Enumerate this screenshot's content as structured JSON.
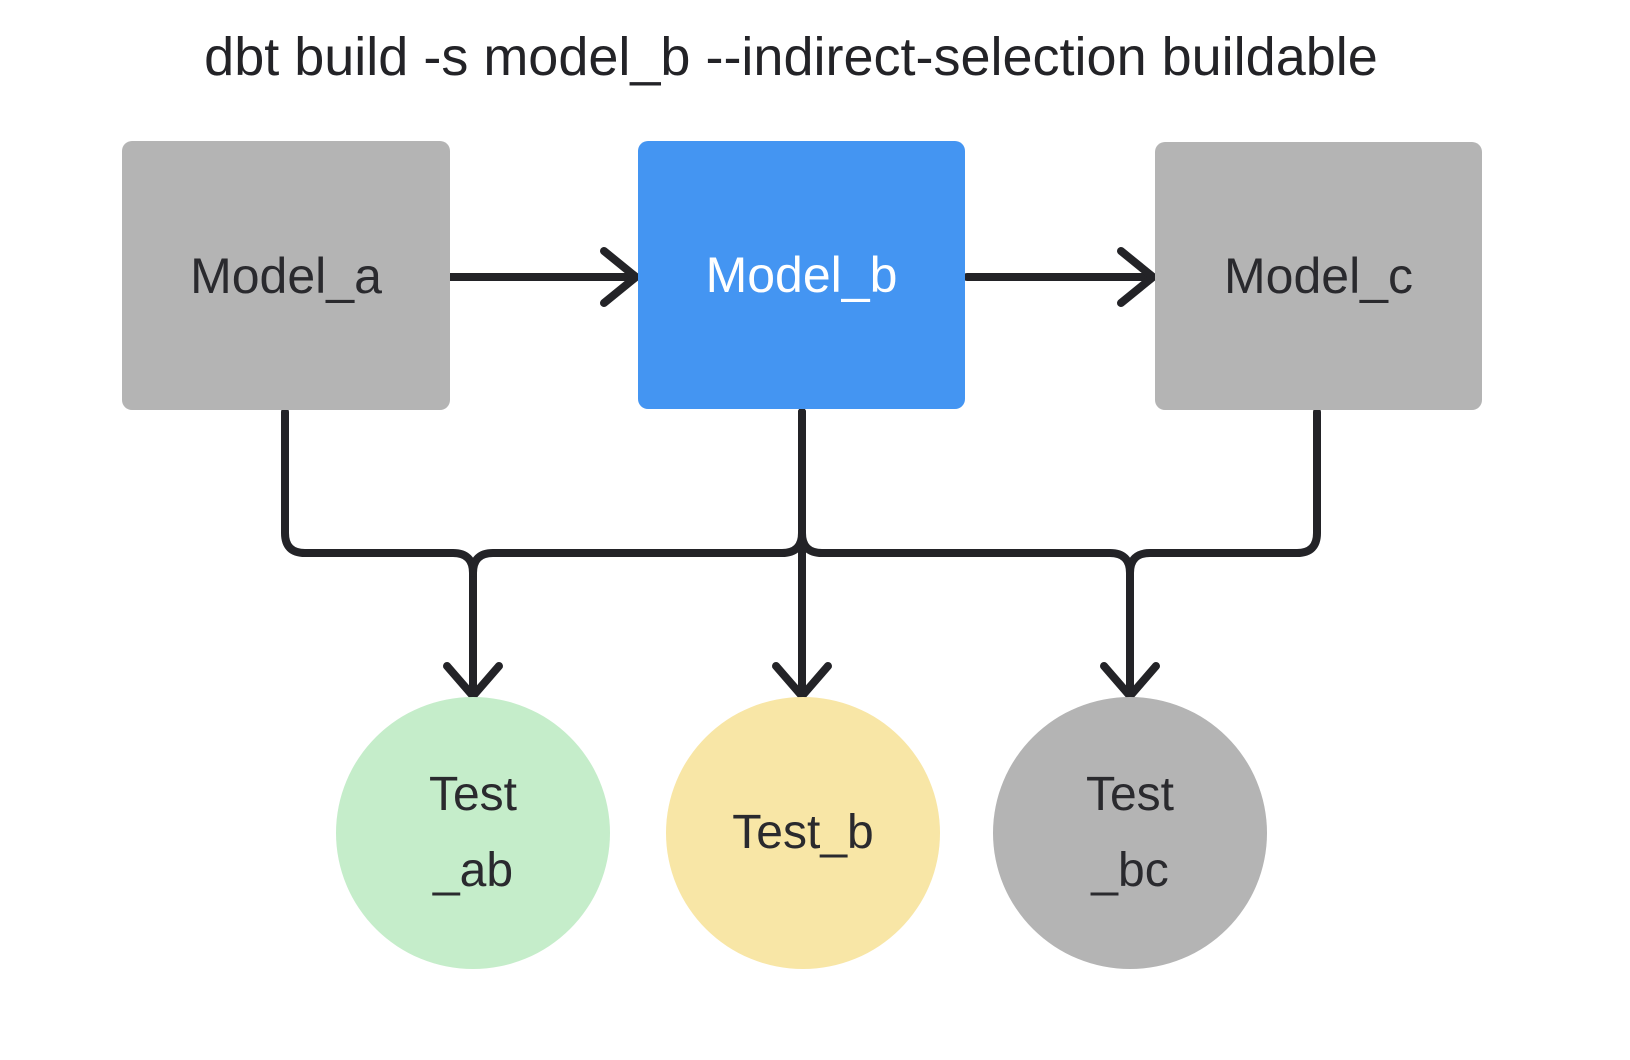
{
  "title": "dbt build -s model_b --indirect-selection buildable",
  "colors": {
    "background": "#ffffff",
    "model_default": "#b4b4b4",
    "model_selected": "#4495f2",
    "test_green": "#c5edca",
    "test_yellow": "#f8e6a6",
    "test_gray": "#b4b4b4",
    "line": "#232327",
    "text_dark": "#2a2a2e",
    "text_light": "#ffffff"
  },
  "models": [
    {
      "id": "model_a",
      "label": "Model_a",
      "state": "not-selected"
    },
    {
      "id": "model_b",
      "label": "Model_b",
      "state": "selected"
    },
    {
      "id": "model_c",
      "label": "Model_c",
      "state": "not-selected"
    }
  ],
  "tests": [
    {
      "id": "test_ab",
      "lines": [
        "Test",
        "_ab"
      ],
      "state": "included-green"
    },
    {
      "id": "test_b",
      "lines": [
        "Test_b"
      ],
      "state": "included-yellow"
    },
    {
      "id": "test_bc",
      "lines": [
        "Test",
        "_bc"
      ],
      "state": "excluded-gray"
    }
  ],
  "edges": [
    {
      "from": "model_a",
      "to": "model_b"
    },
    {
      "from": "model_b",
      "to": "model_c"
    },
    {
      "from": "model_a",
      "to": "test_ab"
    },
    {
      "from": "model_b",
      "to": "test_ab"
    },
    {
      "from": "model_b",
      "to": "test_b"
    },
    {
      "from": "model_b",
      "to": "test_bc"
    },
    {
      "from": "model_c",
      "to": "test_bc"
    }
  ]
}
